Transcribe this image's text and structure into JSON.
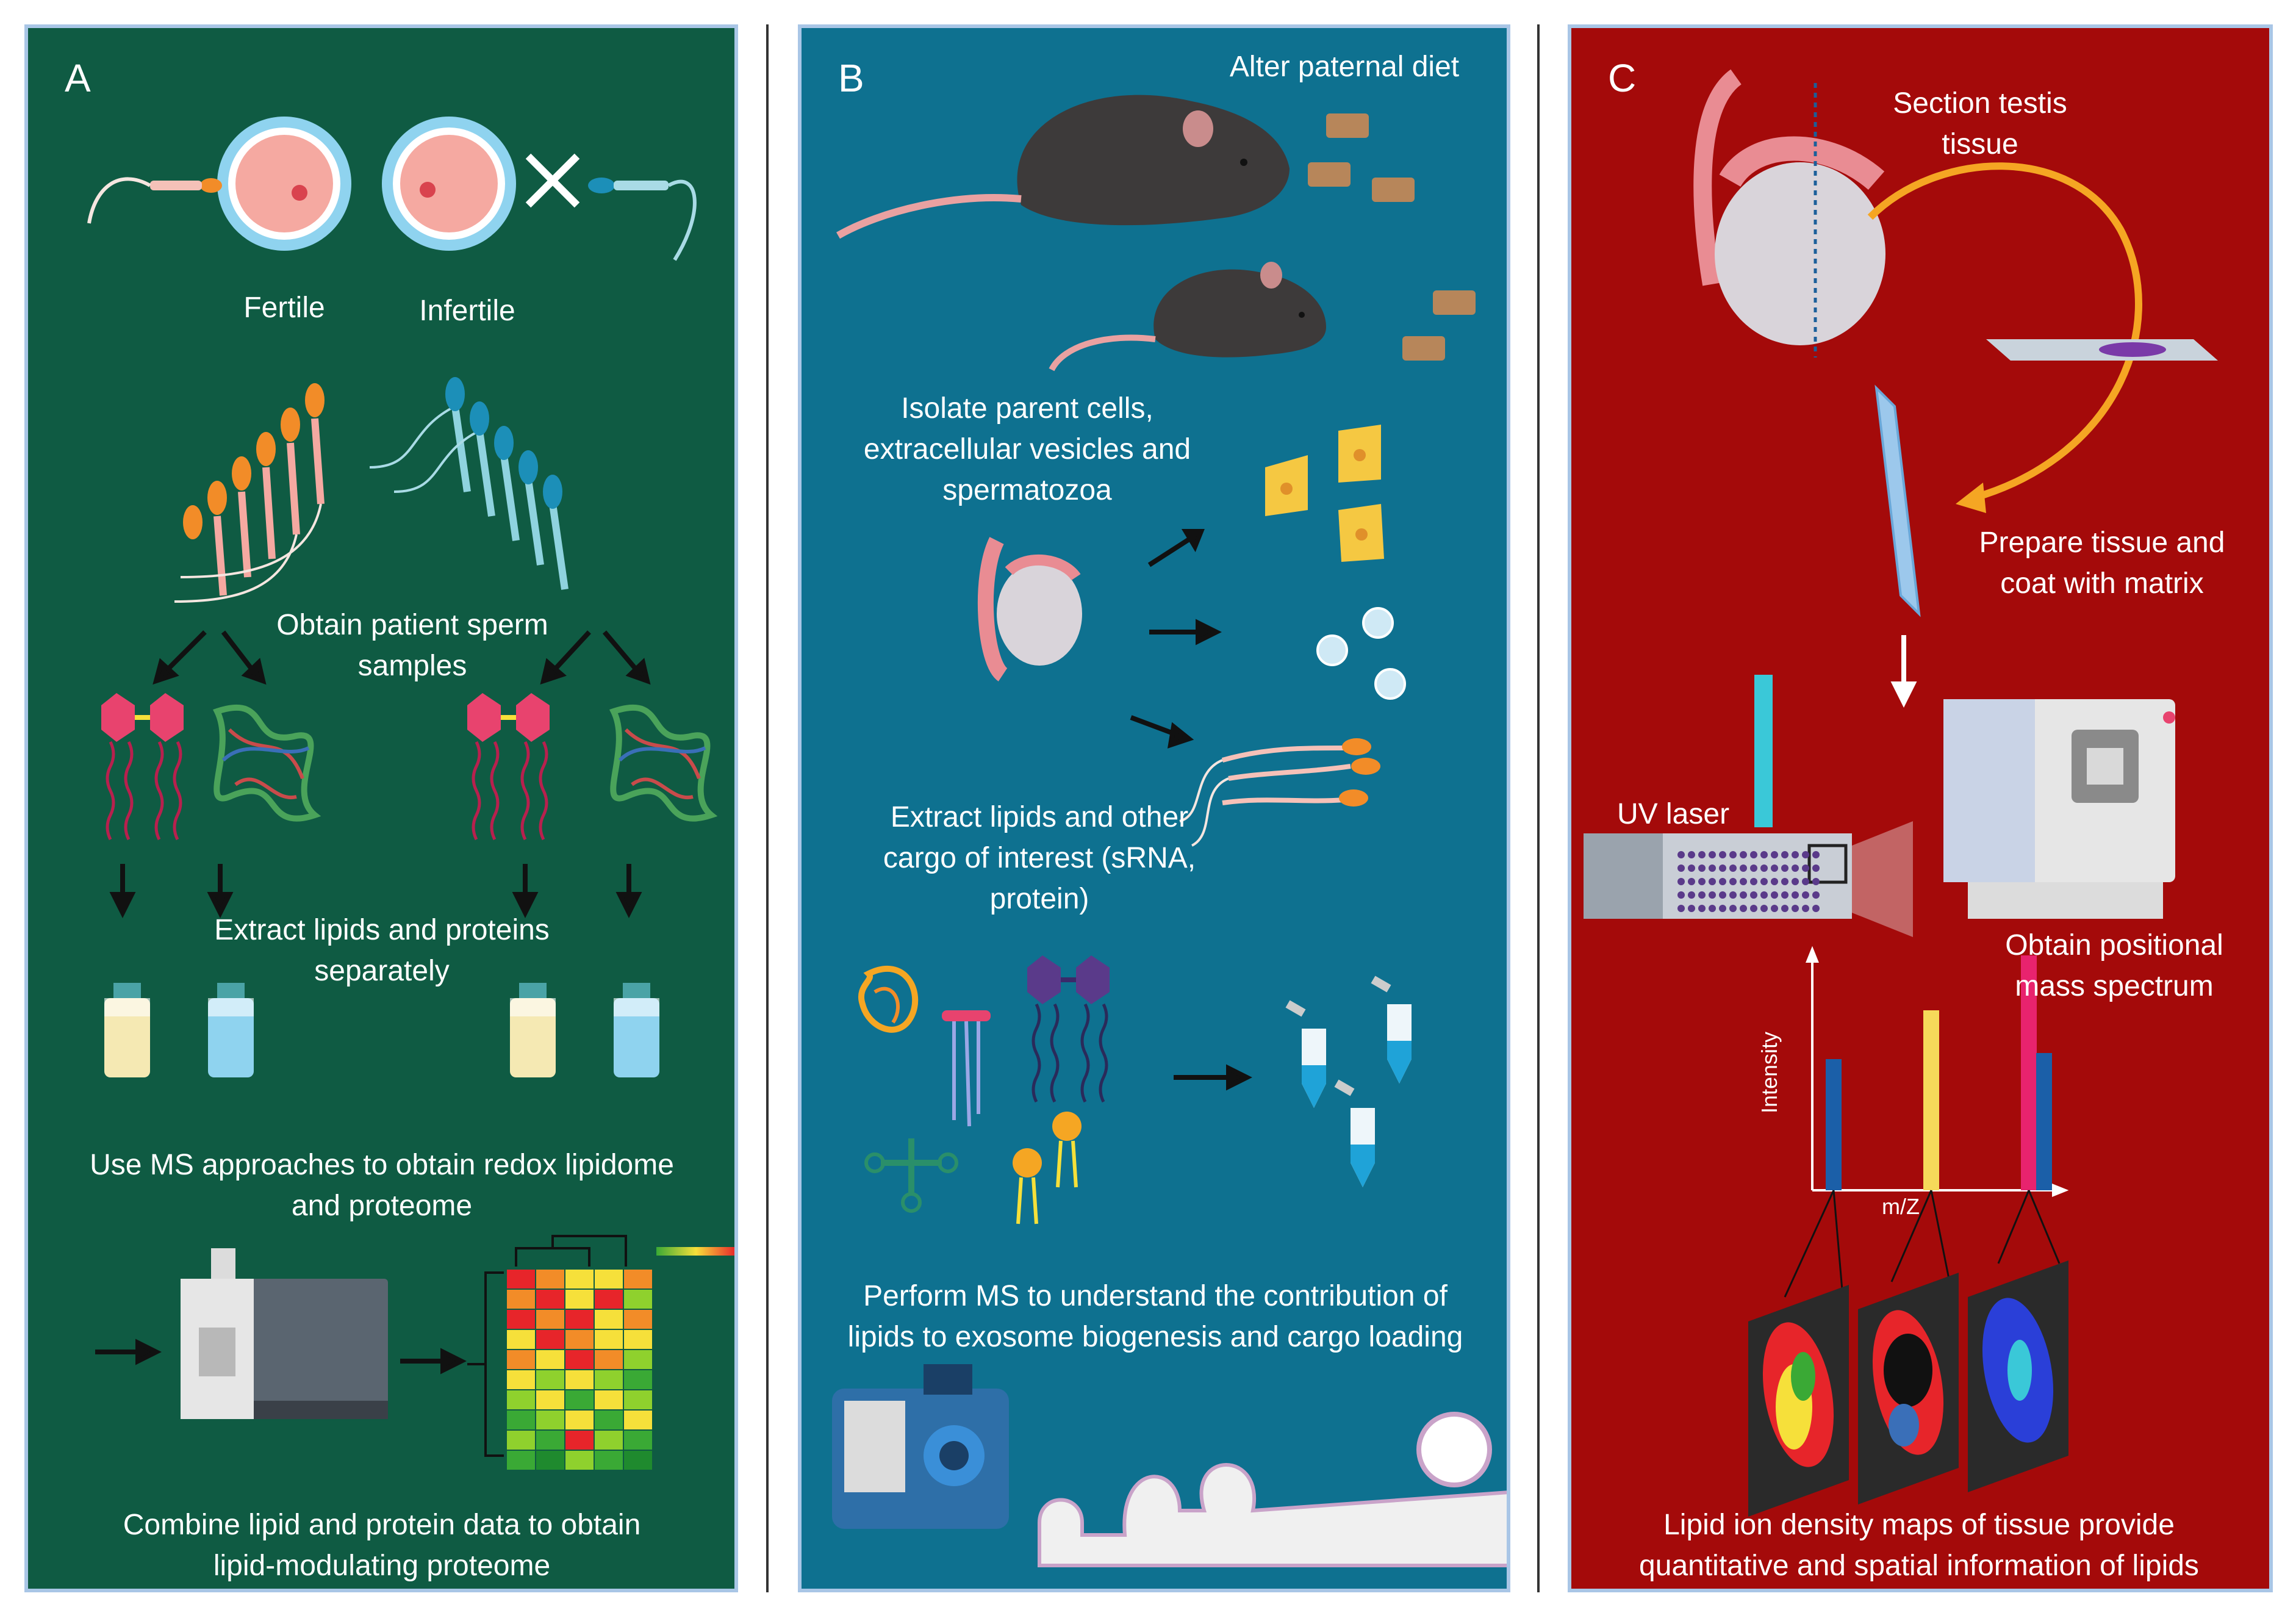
{
  "panel_a": {
    "letter": "A",
    "fertile_label": "Fertile",
    "infertile_label": "Infertile",
    "step1": "Obtain patient sperm\nsamples",
    "step2": "Extract lipids and proteins\nseparately",
    "step3": "Use MS approaches to obtain redox lipidome\nand proteome",
    "step4": "Combine lipid and protein data to obtain\nlipid-modulating proteome",
    "heatmap_colors": [
      [
        "#e7252a",
        "#f28c28",
        "#f6e03a",
        "#f6e03a",
        "#f28c28"
      ],
      [
        "#f28c28",
        "#e7252a",
        "#f6e03a",
        "#e7252a",
        "#8fd12d"
      ],
      [
        "#e7252a",
        "#f28c28",
        "#e7252a",
        "#f6e03a",
        "#f28c28"
      ],
      [
        "#f6e03a",
        "#e7252a",
        "#f28c28",
        "#f6e03a",
        "#f6e03a"
      ],
      [
        "#f28c28",
        "#f6e03a",
        "#e7252a",
        "#f28c28",
        "#8fd12d"
      ],
      [
        "#f6e03a",
        "#8fd12d",
        "#f6e03a",
        "#8fd12d",
        "#3aa935"
      ],
      [
        "#8fd12d",
        "#f6e03a",
        "#3aa935",
        "#f6e03a",
        "#8fd12d"
      ],
      [
        "#3aa935",
        "#8fd12d",
        "#f6e03a",
        "#3aa935",
        "#f6e03a"
      ],
      [
        "#8fd12d",
        "#3aa935",
        "#e7252a",
        "#8fd12d",
        "#3aa935"
      ],
      [
        "#3aa935",
        "#1f8a2e",
        "#8fd12d",
        "#3aa935",
        "#1f8a2e"
      ]
    ],
    "colors": {
      "sperm_fertile": "#f5a9a1",
      "sperm_infertile": "#8fd3df",
      "lipid_head": "#e8436e",
      "vial_lipid": "#f5e9b3",
      "vial_protein": "#8fd3ef"
    }
  },
  "panel_b": {
    "letter": "B",
    "step1": "Alter paternal diet",
    "step2": "Isolate parent cells,\nextracellular vesicles and\nspermatozoa",
    "step3": "Extract lipids and other\ncargo of interest (sRNA,\nprotein)",
    "step4": "Perform MS  to understand the contribution of\nlipids to exosome biogenesis and cargo loading",
    "colors": {
      "mouse": "#3d3a3a",
      "cell": "#f5c842",
      "vesicle": "#cfe9f5",
      "tube_fill": "#1fa3d8"
    }
  },
  "panel_c": {
    "letter": "C",
    "step1": "Section testis\ntissue",
    "step2": "Prepare tissue  and\ncoat with matrix",
    "laser_label": "UV laser",
    "step3": "Obtain positional\nmass spectrum",
    "y_axis": "Intensity",
    "x_axis": "m/Z",
    "step4": "Lipid ion density maps of tissue provide\nquantitative and spatial information of lipids",
    "colors": {
      "arrow": "#f5a623",
      "spectrum_bar_1": "#1b5fa8",
      "spectrum_bar_2": "#f6d95a",
      "spectrum_bar_3": "#e8236e",
      "spectrum_bar_4": "#1b5fa8"
    }
  }
}
